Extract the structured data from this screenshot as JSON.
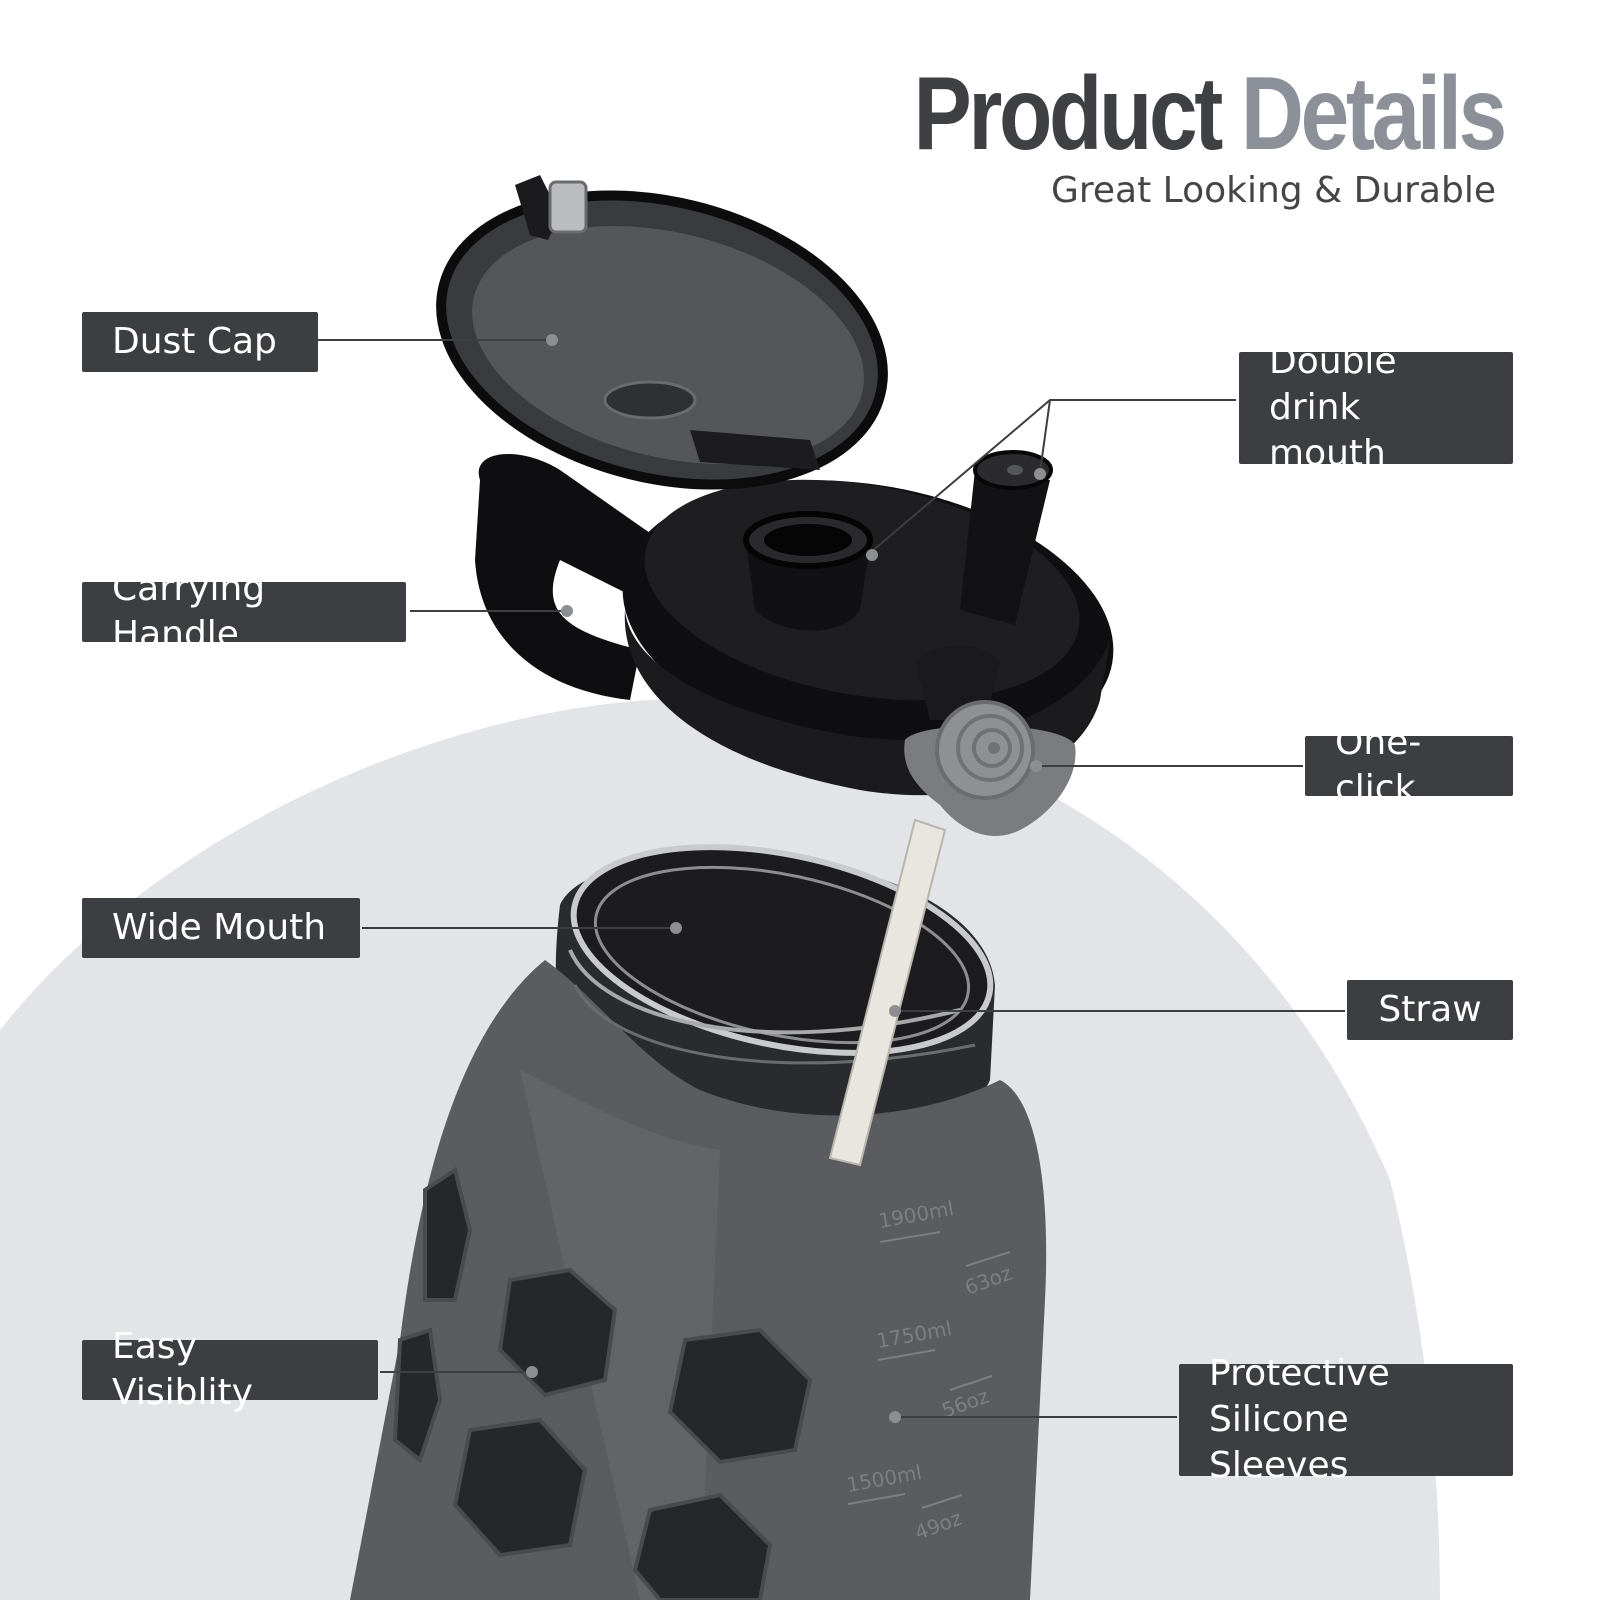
{
  "header": {
    "title_word1": "Product",
    "title_word2": "Details",
    "subtitle": "Great Looking & Durable"
  },
  "callouts": {
    "dust_cap": "Dust Cap",
    "carrying_handle": "Carrying Handle",
    "wide_mouth": "Wide Mouth",
    "easy_visibility": "Easy Visiblity",
    "double_drink_mouth": "Double drink mouth",
    "one_click": "One-click",
    "straw": "Straw",
    "protective_sleeves": "Protective Silicone Sleeves"
  },
  "bottle_markings": {
    "m1900": "1900ml",
    "oz63": "63oz",
    "m1750": "1750ml",
    "oz56": "56oz",
    "m1500": "1500ml",
    "oz49": "49oz"
  },
  "colors": {
    "label_bg": "#3d3e41",
    "title_dark": "#3f4043",
    "title_light": "#8c9099",
    "backdrop": "#e3e4e8",
    "sleeve": "#5b5c60",
    "lid": "#141416"
  }
}
